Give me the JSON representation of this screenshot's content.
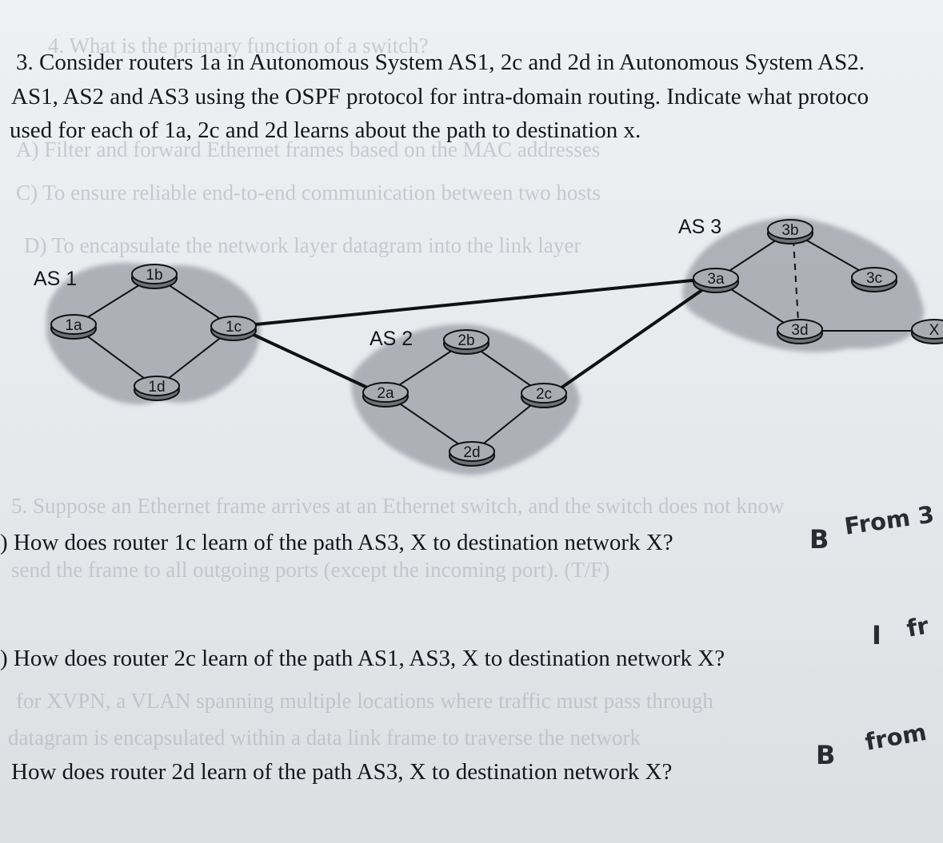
{
  "question": {
    "line1": "3. Consider routers 1a in Autonomous System AS1, 2c and 2d in Autonomous System AS2.",
    "line2": "AS1, AS2 and AS3 using the OSPF protocol for intra-domain routing. Indicate what protoco",
    "line3": "used for each of 1a, 2c and 2d learns about the path to destination x."
  },
  "diagram": {
    "as1": "AS 1",
    "as2": "AS 2",
    "as3": "AS 3",
    "routers": {
      "r1a": "1a",
      "r1b": "1b",
      "r1c": "1c",
      "r1d": "1d",
      "r2a": "2a",
      "r2b": "2b",
      "r2c": "2c",
      "r2d": "2d",
      "r3a": "3a",
      "r3b": "3b",
      "r3c": "3c",
      "r3d": "3d",
      "x": "X"
    }
  },
  "subquestions": {
    "a": ") How does router 1c learn of the path AS3, X to destination network X?",
    "b": ") How does router 2c learn of the path AS1, AS3, X to destination network X?",
    "c": "How does router 2d learn of the path AS3, X to destination network X?"
  },
  "handwriting": {
    "a_letter": "B",
    "a_note": "From 3",
    "b_letter": "I",
    "b_note": "fr",
    "c_letter": "B",
    "c_note": "from"
  },
  "bleed_text": {
    "t1": "4. What is the primary function of a switch?",
    "t2": "A) Filter and forward Ethernet frames based on the MAC addresses",
    "t3": "C) To ensure reliable end-to-end communication between two hosts",
    "t4": "D) To encapsulate the network layer datagram into the link layer",
    "t5": "5. Suppose an Ethernet frame arrives at an Ethernet switch, and the switch does not know",
    "t6": "send the frame to all outgoing ports (except the incoming port). (T/F)",
    "t7": "for XVPN, a VLAN spanning multiple locations where traffic must pass through",
    "t8": "datagram is encapsulated within a data link frame to traverse the network"
  },
  "colors": {
    "cloud": "#9a9ea5",
    "router": "#a9acb1",
    "link": "#111111"
  }
}
